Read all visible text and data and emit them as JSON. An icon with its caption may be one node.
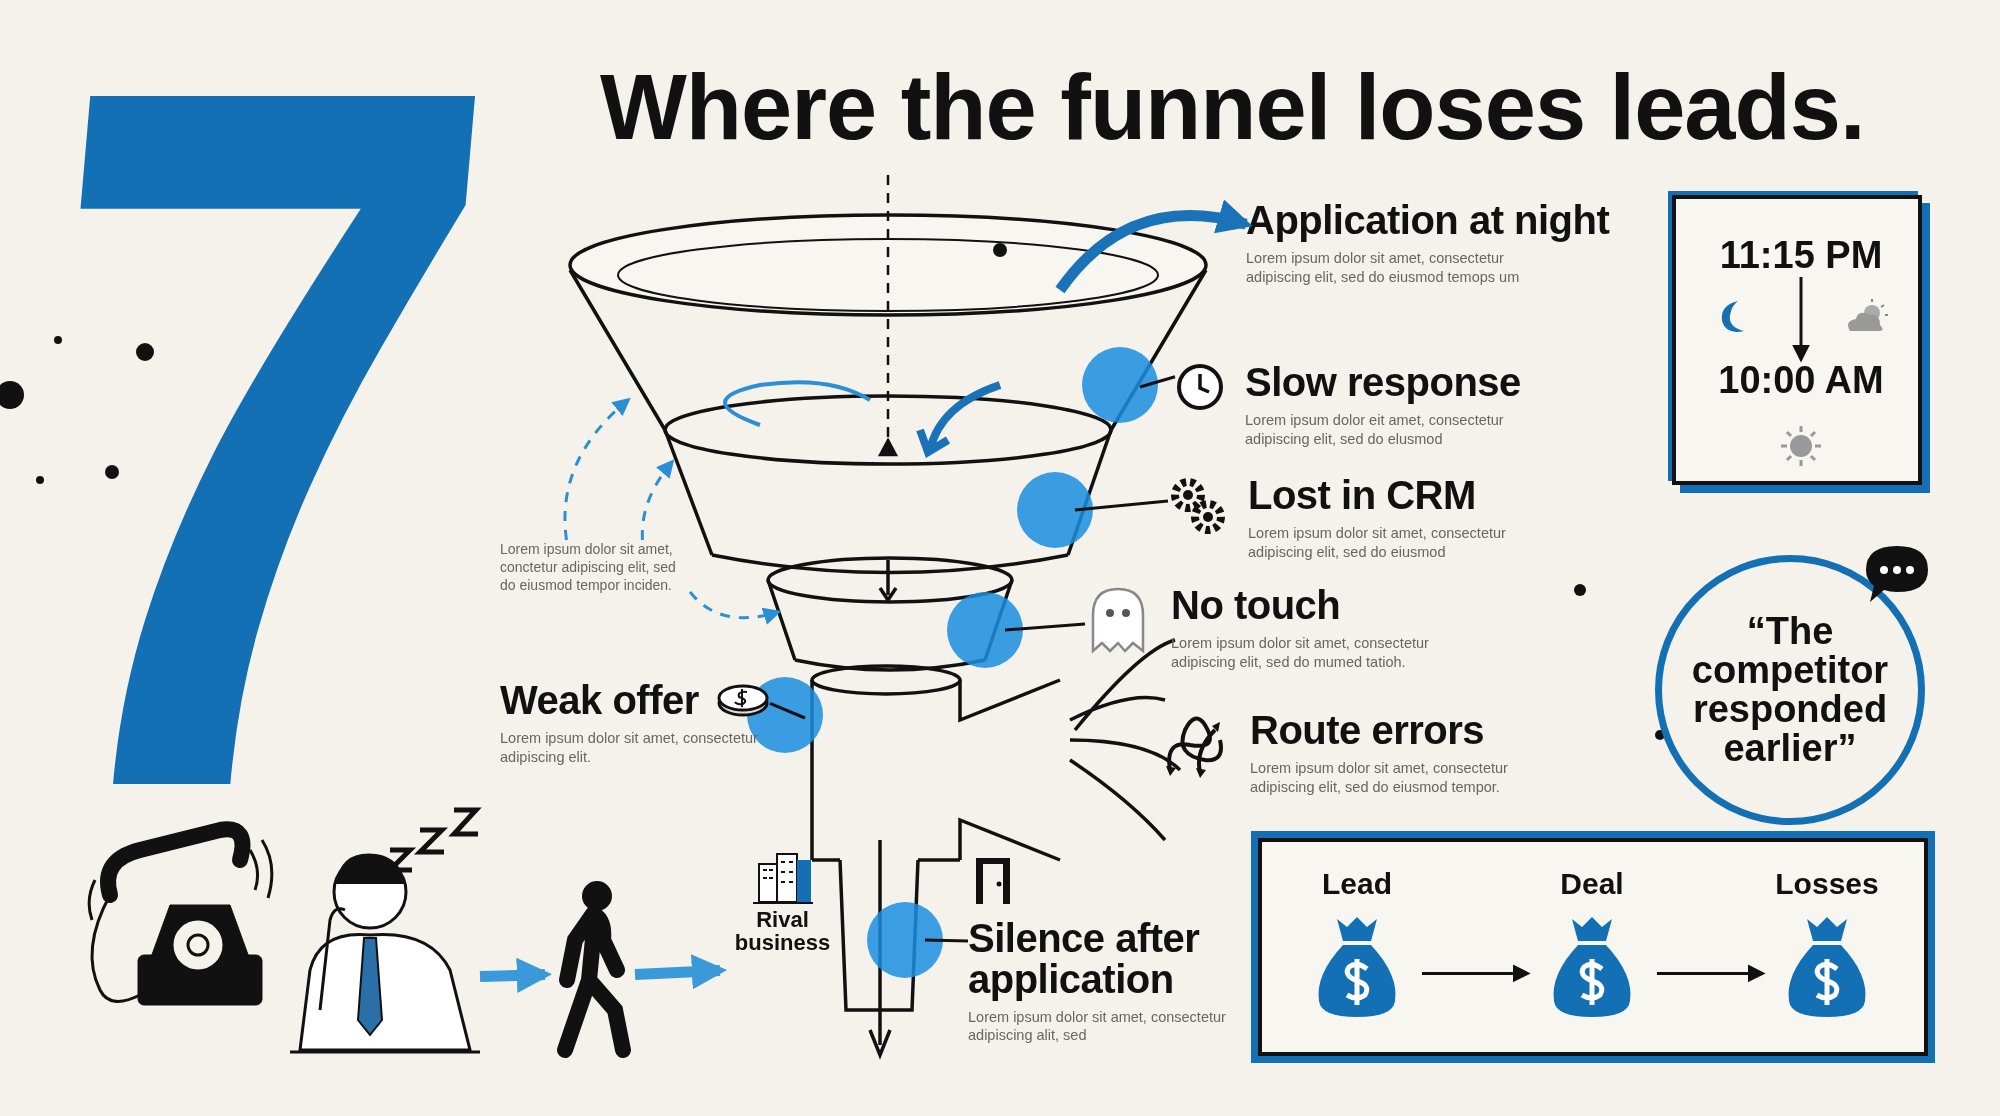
{
  "diagram": {
    "title": "Where the funnel loses leads.",
    "nodes": [
      {
        "text": [
          "Application at night",
          "Lorem ipsum dolor sit amet, consectetur adipiscing elit, sed do eiusmod temops um"
        ]
      },
      {
        "text": [
          "Slow response",
          "Lorem ipsum dolor eit amet, consectetur adipiscing elit, sed do elusmod"
        ]
      },
      {
        "text": [
          "Lost in CRM",
          "Lorem ipsum dolor sit amet, consectetur adipiscing elit, sed do eiusmod"
        ]
      },
      {
        "text": [
          "No touch",
          "Lorem ipsum dolor sit amet, consectetur adipiscing elit, sed do mumed tatioh."
        ]
      },
      {
        "text": [
          "Route errors",
          "Lorem ipsum dolor sit amet, consectetur adipiscing elit, sed do eiusmod tempor."
        ]
      },
      {
        "text": [
          "Weak offer",
          "Lorem ipsum dolor sit amet, consectetur adipiscing elit."
        ]
      },
      {
        "text": [
          "Silence after application",
          "Lorem ipsum dolor sit amet, consectetur adipiscing alit, sed"
        ]
      },
      {
        "text": [
          "Lorem ipsum dolor sit amet, conctetur adipiscing elit, sed do eiusmod tempor inciden."
        ]
      },
      {
        "text": [],
        "shape": "box"
      },
      {
        "text": [
          "11:15 PM"
        ],
        "in": 8
      },
      {
        "text": [
          "10:00 AM"
        ],
        "in": 8
      },
      {
        "text": [
          "“The competitor responded earlier”"
        ]
      },
      {
        "text": [],
        "shape": "box"
      },
      {
        "text": [
          "Lead"
        ],
        "in": 12
      },
      {
        "text": [
          "Deal"
        ],
        "in": 12
      },
      {
        "text": [
          "Losses"
        ],
        "in": 12
      },
      {
        "text": [],
        "shape": "person"
      },
      {
        "text": [],
        "shape": "person"
      },
      {
        "text": [
          "Rival business"
        ]
      }
    ],
    "edges": [
      {
        "from": null,
        "to": 0,
        "arrow": "to",
        "style": "thick",
        "color": "#1a73b8"
      },
      {
        "from": 1,
        "to": null,
        "arrow": "none"
      },
      {
        "from": 2,
        "to": null,
        "arrow": "none"
      },
      {
        "from": 3,
        "to": null,
        "arrow": "none"
      },
      {
        "from": 5,
        "to": null,
        "arrow": "none"
      },
      {
        "from": 6,
        "to": null,
        "arrow": "none"
      },
      {
        "from": 7,
        "to": null,
        "arrow": "to",
        "style": "dashed",
        "color": "#2a8fd6"
      },
      {
        "from": 7,
        "to": null,
        "arrow": "to",
        "style": "dashed",
        "color": "#2a8fd6"
      },
      {
        "from": 7,
        "to": null,
        "arrow": "to",
        "style": "dashed",
        "color": "#2a8fd6"
      },
      {
        "from": 9,
        "to": 10,
        "arrow": "to"
      },
      {
        "from": 13,
        "to": 14,
        "arrow": "to"
      },
      {
        "from": 14,
        "to": 15,
        "arrow": "to"
      },
      {
        "from": 16,
        "to": 17,
        "arrow": "to",
        "style": "thick",
        "color": "#3a9ad9"
      },
      {
        "from": 17,
        "to": 18,
        "arrow": "to",
        "style": "thick",
        "color": "#3a9ad9"
      }
    ],
    "labels": [
      "7"
    ]
  }
}
